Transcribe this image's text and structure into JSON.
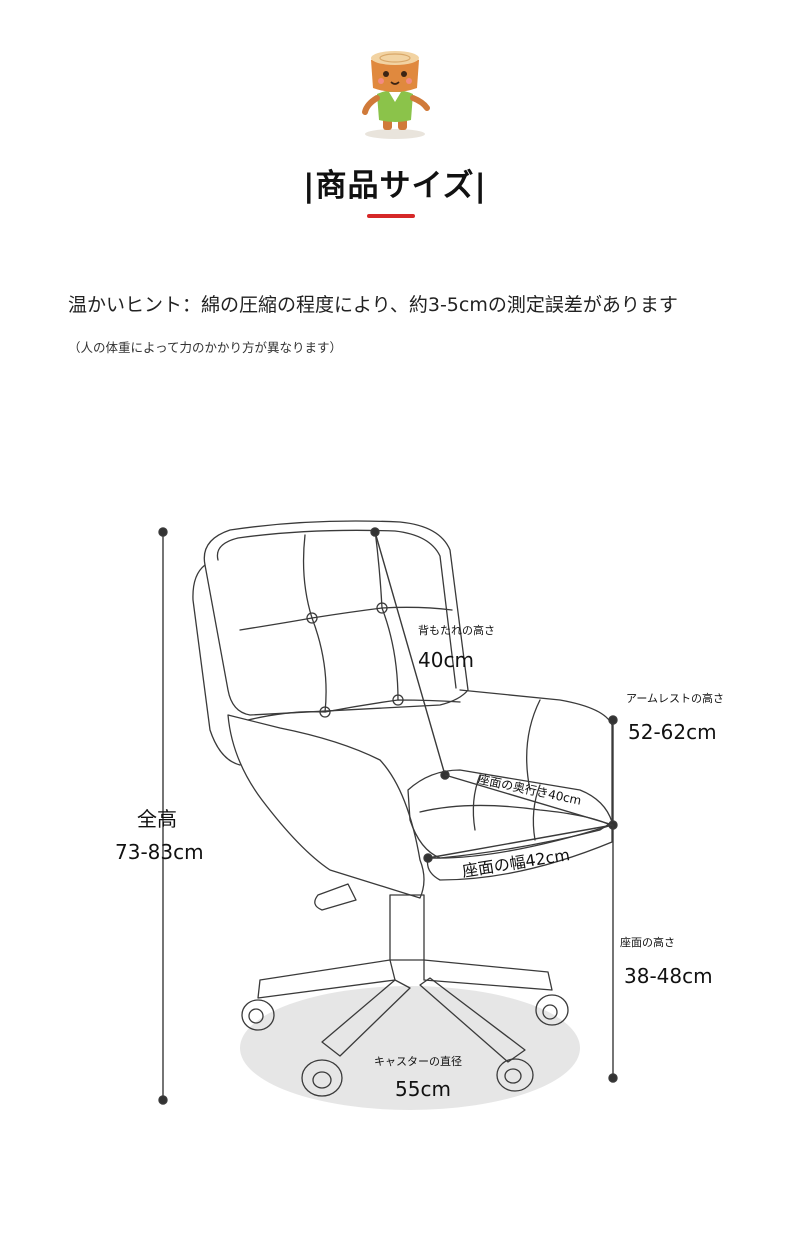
{
  "header": {
    "title": "|商品サイズ|"
  },
  "notice": {
    "hint": "温かいヒント：綿の圧縮の程度により、約3-5cmの測定誤差があります",
    "sub": "（人の体重によって力のかかり方が異なります）"
  },
  "dimensions": {
    "total_height_label": "全高",
    "total_height_value": "73-83cm",
    "backrest_label": "背もたれの高さ",
    "backrest_value": "40cm",
    "armrest_label": "アームレストの高さ",
    "armrest_value": "52-62cm",
    "seat_depth": "座面の奥行き40cm",
    "seat_width": "座面の幅42cm",
    "seat_height_label": "座面の高さ",
    "seat_height_value": "38-48cm",
    "caster_label": "キャスターの直径",
    "caster_value": "55cm"
  },
  "colors": {
    "accent": "#d62828",
    "line": "#3a3a3a",
    "shadow": "#e6e6e6"
  }
}
